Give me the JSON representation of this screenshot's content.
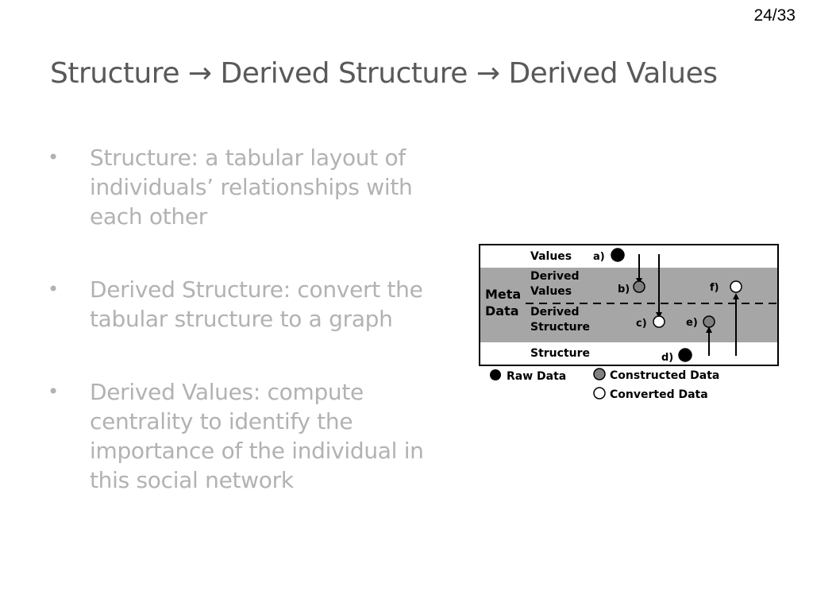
{
  "page_number": "24/33",
  "title": "Structure → Derived Structure → Derived Values",
  "bullets": [
    {
      "text": "Structure: a tabular layout of individuals’ relationships with each other"
    },
    {
      "text": "Derived Structure: convert the tabular structure to a graph"
    },
    {
      "text": "Derived Values: compute centrality to identify the importance of the individual in this social network"
    }
  ],
  "diagram": {
    "rows": {
      "values": "Values",
      "derived_values_1": "Derived",
      "derived_values_2": "Values",
      "derived_structure_1": "Derived",
      "derived_structure_2": "Structure",
      "structure": "Structure"
    },
    "meta_label_1": "Meta",
    "meta_label_2": "Data",
    "markers": {
      "a": "a)",
      "b": "b)",
      "c": "c)",
      "d": "d)",
      "e": "e)",
      "f": "f)"
    },
    "legend": {
      "raw": "Raw Data",
      "constructed": "Constructed Data",
      "converted": "Converted Data"
    },
    "colors": {
      "meta_band": "#a6a6a6",
      "raw": "#000000",
      "constructed": "#808080",
      "converted": "#ffffff"
    }
  }
}
